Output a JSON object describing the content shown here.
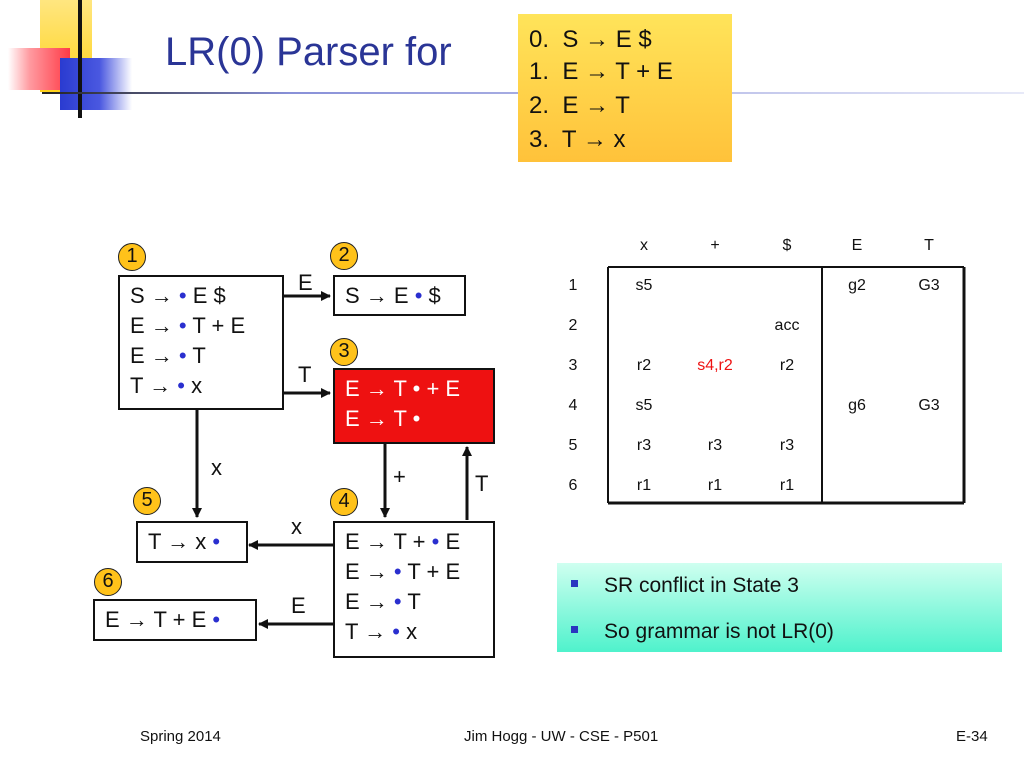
{
  "title": "LR(0) Parser for",
  "grammar": [
    "0.  S → E $",
    "1.  E → T + E",
    "2.  E → T",
    "3.  T → x"
  ],
  "states": [
    {
      "id": "1",
      "items": [
        "S → • E $",
        "E → • T + E",
        "E → • T",
        "T → • x"
      ]
    },
    {
      "id": "2",
      "items": [
        "S → E • $"
      ]
    },
    {
      "id": "3",
      "items": [
        "E → T • + E",
        "E → T •"
      ]
    },
    {
      "id": "4",
      "items": [
        "E → T + • E",
        "E → • T + E",
        "E → • T",
        "T → • x"
      ]
    },
    {
      "id": "5",
      "items": [
        "T → x •"
      ]
    },
    {
      "id": "6",
      "items": [
        "E → T + E •"
      ]
    }
  ],
  "edges": {
    "s1_s2": "E",
    "s1_s3": "T",
    "s1_s5": "x",
    "s3_s4": "+",
    "s4_s3": "T",
    "s4_s5": "x",
    "s4_s6": "E"
  },
  "table": {
    "columns": [
      "x",
      "+",
      "$",
      "E",
      "T"
    ],
    "rows": [
      {
        "state": "1",
        "cells": [
          "s5",
          "",
          "",
          "g2",
          "G3"
        ]
      },
      {
        "state": "2",
        "cells": [
          "",
          "",
          "acc",
          "",
          ""
        ]
      },
      {
        "state": "3",
        "cells": [
          "r2",
          "s4,r2",
          "r2",
          "",
          ""
        ]
      },
      {
        "state": "4",
        "cells": [
          "s5",
          "",
          "",
          "g6",
          "G3"
        ]
      },
      {
        "state": "5",
        "cells": [
          "r3",
          "r3",
          "r3",
          "",
          ""
        ]
      },
      {
        "state": "6",
        "cells": [
          "r1",
          "r1",
          "r1",
          "",
          ""
        ]
      }
    ],
    "conflict_color": "#ee1111"
  },
  "notes": [
    "SR conflict in State 3",
    "So grammar is not LR(0)"
  ],
  "footer": {
    "left": "Spring 2014",
    "center": "Jim Hogg - UW - CSE - P501",
    "right": "E-34"
  },
  "colors": {
    "title": "#2a3596",
    "state3_fill": "#ee1111",
    "number_badge": "#ffc21a",
    "grammar_box": "#ffd23a",
    "notes_box": "#4ff2cc",
    "dot": "#2a2fcf"
  }
}
